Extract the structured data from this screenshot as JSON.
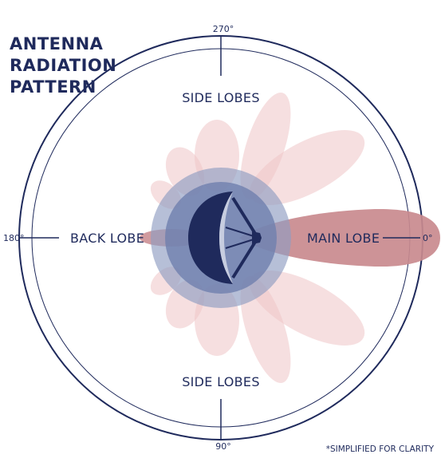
{
  "title_lines": [
    "ANTENNA",
    "RADIATION",
    "PATTERN"
  ],
  "labels": {
    "main_lobe": "MAIN LOBE",
    "back_lobe": "BACK LOBE",
    "side_lobes_top": "SIDE LOBES",
    "side_lobes_bottom": "SIDE LOBES"
  },
  "angles": {
    "top": "270°",
    "bottom": "90°",
    "left": "180°",
    "right": "0°"
  },
  "footnote": "*SIMPLIFIED FOR CLARITY",
  "colors": {
    "navy": "#1f2a5c",
    "main_lobe": "#c98a8e",
    "side_lobe": "#efc4c6",
    "inner_glow": "#8f9cc2"
  }
}
